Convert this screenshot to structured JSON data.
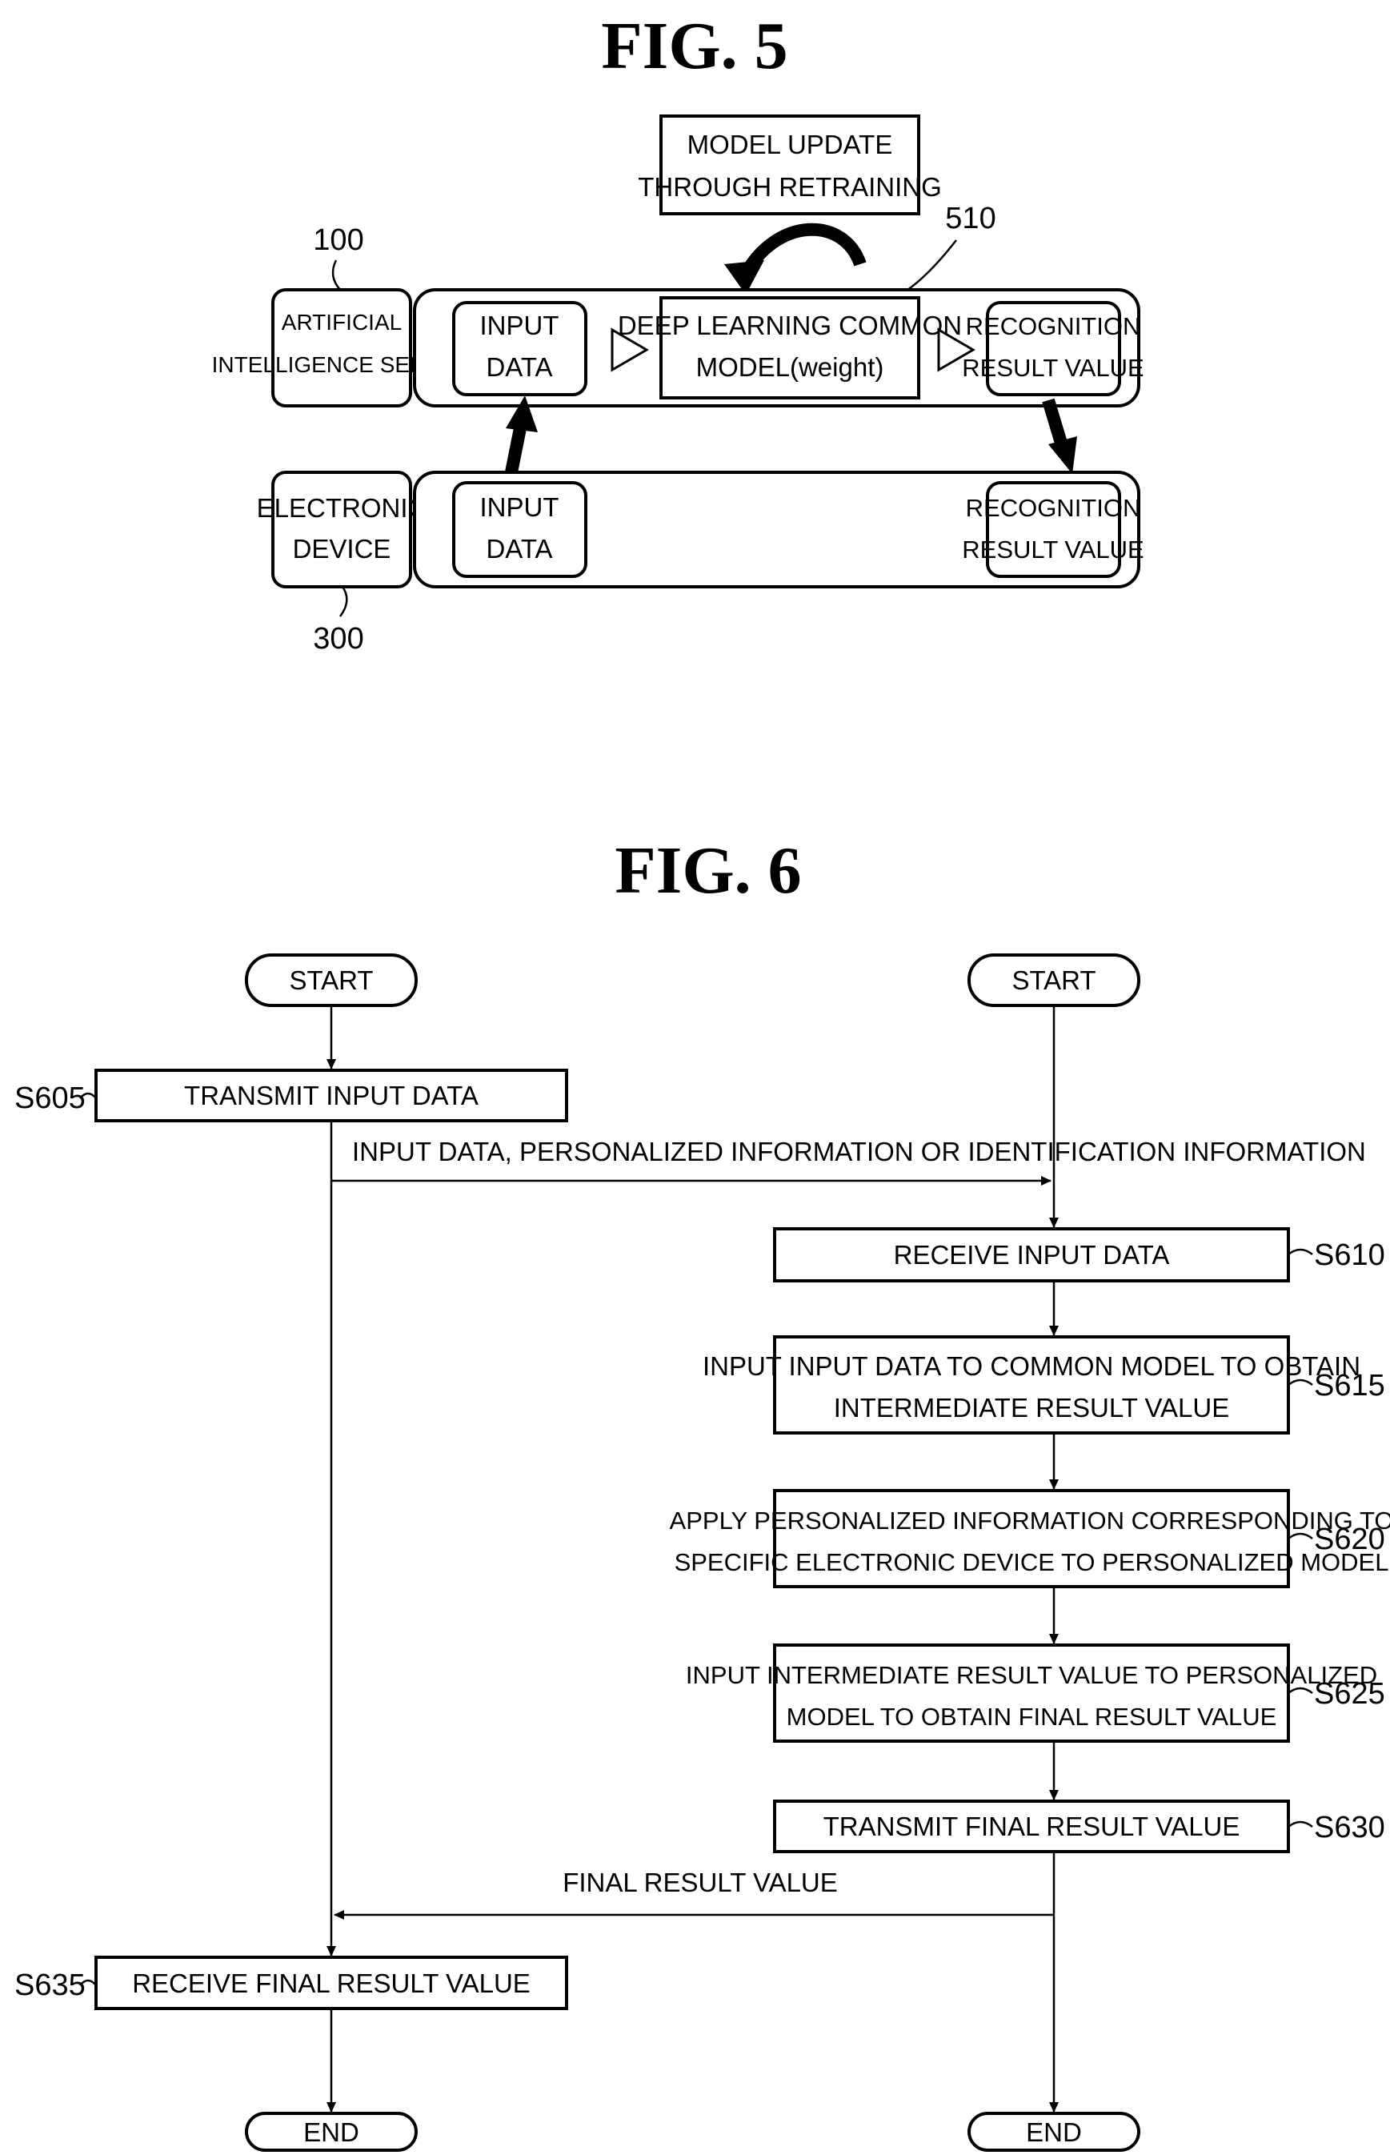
{
  "fig5": {
    "title": "FIG. 5",
    "update_label": [
      "MODEL UPDATE",
      "THROUGH RETRAINING"
    ],
    "ref_510": "510",
    "ref_100": "100",
    "ref_300": "300",
    "server_label": [
      "ARTIFICIAL",
      "INTELLIGENCE SERVER"
    ],
    "server_input": [
      "INPUT",
      "DATA"
    ],
    "common_model": [
      "DEEP LEARNING COMMON",
      "MODEL(weight)"
    ],
    "server_result": [
      "RECOGNITION",
      "RESULT VALUE"
    ],
    "device_label": [
      "ELECTRONIC",
      "DEVICE"
    ],
    "device_input": [
      "INPUT",
      "DATA"
    ],
    "device_result": [
      "RECOGNITION",
      "RESULT VALUE"
    ]
  },
  "fig6": {
    "title": "FIG. 6",
    "left_start": "START",
    "right_start": "START",
    "s605_ref": "S605",
    "s605_text": "TRANSMIT INPUT DATA",
    "msg1": "INPUT DATA, PERSONALIZED INFORMATION OR IDENTIFICATION INFORMATION",
    "s610_ref": "S610",
    "s610_text": "RECEIVE INPUT DATA",
    "s615_ref": "S615",
    "s615_text": [
      "INPUT INPUT DATA TO COMMON MODEL TO OBTAIN",
      "INTERMEDIATE RESULT VALUE"
    ],
    "s620_ref": "S620",
    "s620_text": [
      "APPLY PERSONALIZED INFORMATION CORRESPONDING TO",
      "SPECIFIC ELECTRONIC DEVICE TO PERSONALIZED MODEL"
    ],
    "s625_ref": "S625",
    "s625_text": [
      "INPUT INTERMEDIATE RESULT VALUE TO PERSONALIZED",
      "MODEL TO OBTAIN FINAL RESULT VALUE"
    ],
    "s630_ref": "S630",
    "s630_text": "TRANSMIT FINAL RESULT VALUE",
    "msg2": "FINAL RESULT VALUE",
    "s635_ref": "S635",
    "s635_text": "RECEIVE FINAL RESULT VALUE",
    "left_end": "END",
    "right_end": "END"
  }
}
